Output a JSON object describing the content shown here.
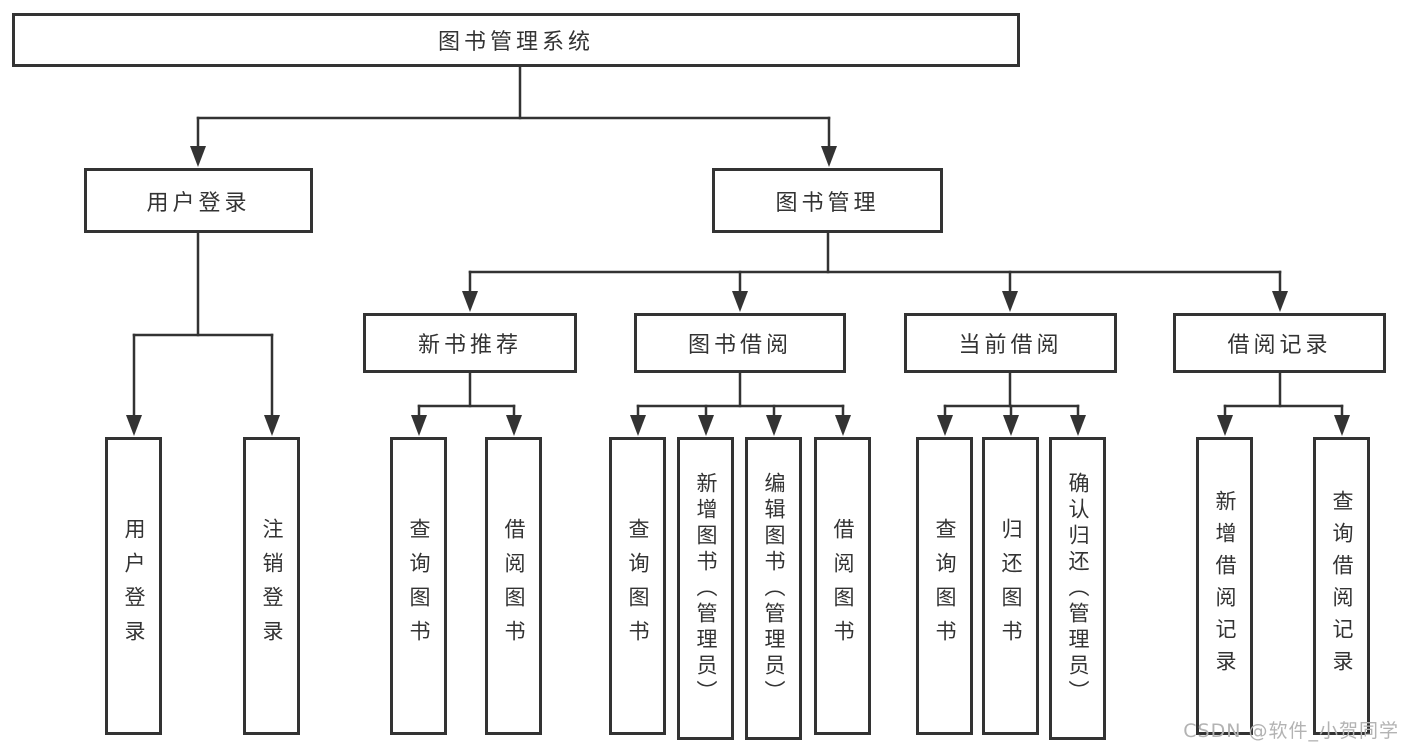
{
  "tree": {
    "root": {
      "label": "图书管理系统"
    },
    "branches": [
      {
        "label": "用户登录",
        "children": [
          {
            "label": "用户登录"
          },
          {
            "label": "注销登录"
          }
        ]
      },
      {
        "label": "图书管理",
        "children": [
          {
            "label": "新书推荐",
            "children": [
              {
                "label": "查询图书"
              },
              {
                "label": "借阅图书"
              }
            ]
          },
          {
            "label": "图书借阅",
            "children": [
              {
                "label": "查询图书"
              },
              {
                "label": "新增图书（管理员）"
              },
              {
                "label": "编辑图书（管理员）"
              },
              {
                "label": "借阅图书"
              }
            ]
          },
          {
            "label": "当前借阅",
            "children": [
              {
                "label": "查询图书"
              },
              {
                "label": "归还图书"
              },
              {
                "label": "确认归还（管理员）"
              }
            ]
          },
          {
            "label": "借阅记录",
            "children": [
              {
                "label": "新增借阅记录"
              },
              {
                "label": "查询借阅记录"
              }
            ]
          }
        ]
      }
    ]
  },
  "watermark": {
    "text": "CSDN @软件_小贺同学",
    "color": "#b3b3b3"
  },
  "colors": {
    "line": "#333333",
    "box_border": "#333333",
    "text": "#333333",
    "background": "#ffffff"
  }
}
